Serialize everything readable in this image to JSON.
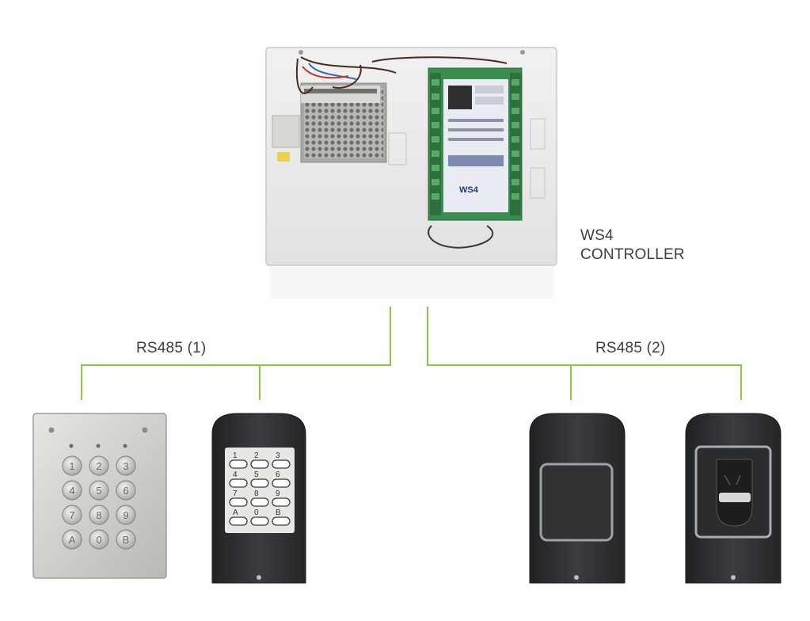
{
  "controller": {
    "name_line1": "WS4",
    "name_line2": "CONTROLLER",
    "board_logo": "WS4"
  },
  "buses": [
    {
      "label": "RS485 (1)"
    },
    {
      "label": "RS485 (2)"
    }
  ],
  "devices": [
    {
      "type": "stainless-keypad",
      "keys": [
        "1",
        "2",
        "3",
        "4",
        "5",
        "6",
        "7",
        "8",
        "9",
        "A",
        "0",
        "B"
      ]
    },
    {
      "type": "black-keypad",
      "keys": [
        "1",
        "2",
        "3",
        "4",
        "5",
        "6",
        "7",
        "8",
        "9",
        "A",
        "0",
        "B"
      ]
    },
    {
      "type": "proximity-reader"
    },
    {
      "type": "fingerprint-reader"
    }
  ],
  "colors": {
    "connector_line": "#8cc63f",
    "label_text": "#3a3f45",
    "reader_body": "#2f3133"
  }
}
